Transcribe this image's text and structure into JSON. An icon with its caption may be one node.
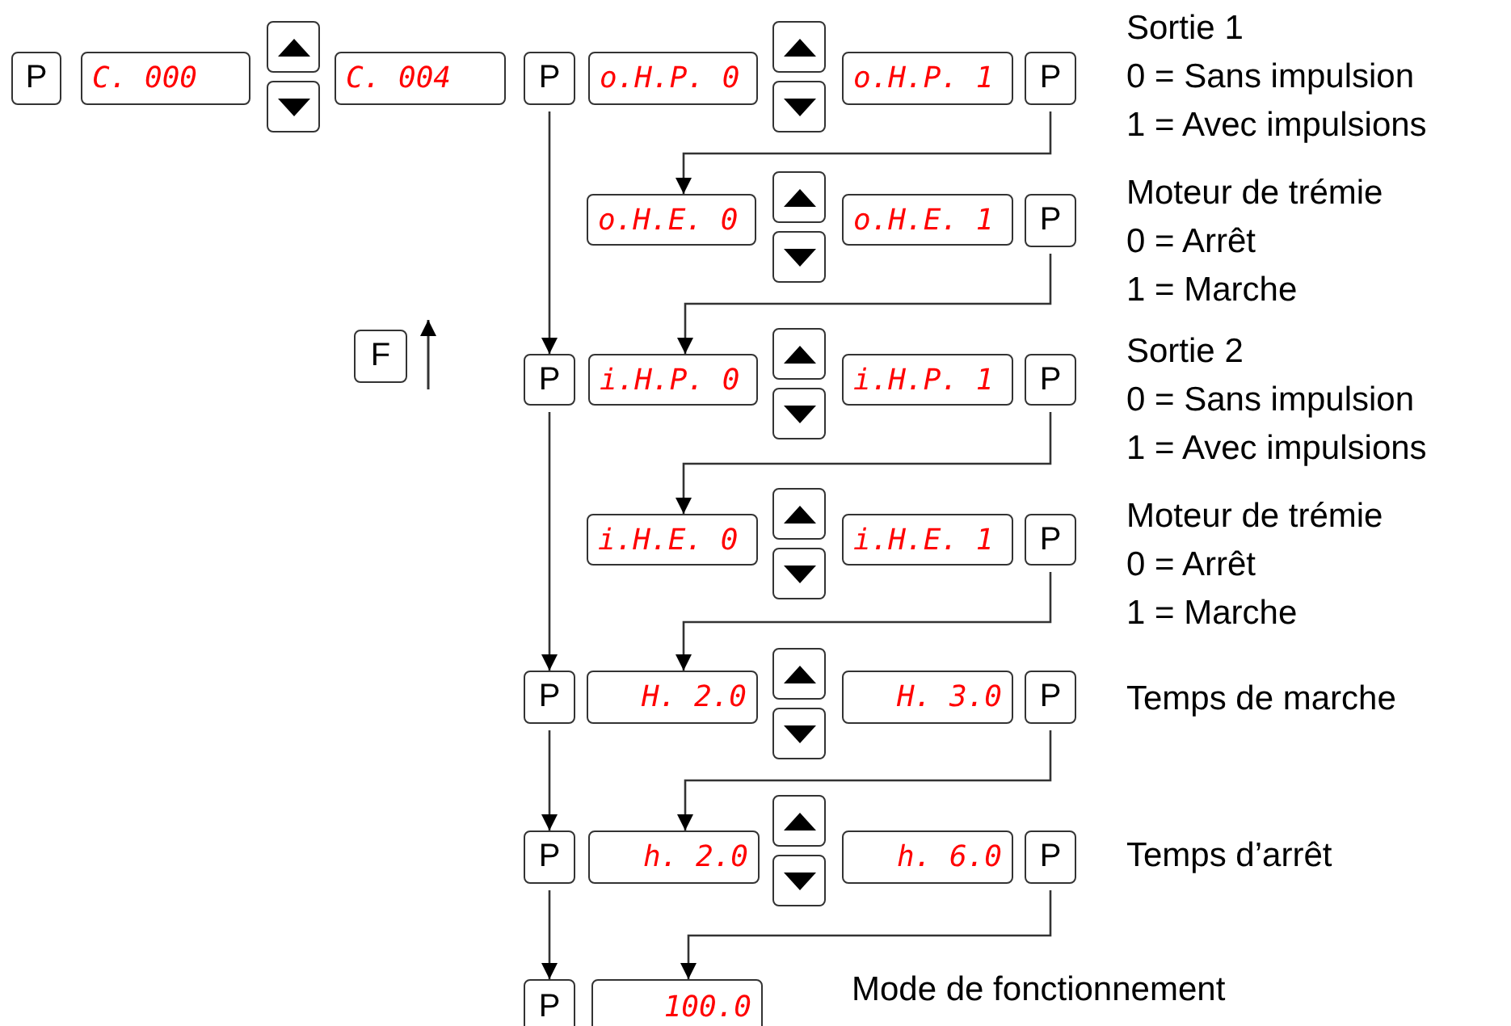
{
  "diagram": {
    "nodes": [
      {
        "text": [
          "P"
        ]
      },
      {
        "text": [
          "C. 000"
        ]
      },
      {
        "text": [
          "C. 004"
        ]
      },
      {
        "text": [
          "P"
        ]
      },
      {
        "text": [
          "o.H.P. 0"
        ]
      },
      {
        "text": [
          "o.H.P. 1"
        ]
      },
      {
        "text": [
          "P"
        ]
      },
      {
        "text": [
          "o.H.E. 0"
        ]
      },
      {
        "text": [
          "o.H.E. 1"
        ]
      },
      {
        "text": [
          "P"
        ]
      },
      {
        "text": [
          "F"
        ]
      },
      {
        "text": [
          "P"
        ]
      },
      {
        "text": [
          "i.H.P. 0"
        ]
      },
      {
        "text": [
          "i.H.P. 1"
        ]
      },
      {
        "text": [
          "P"
        ]
      },
      {
        "text": [
          "i.H.E. 0"
        ]
      },
      {
        "text": [
          "i.H.E. 1"
        ]
      },
      {
        "text": [
          "P"
        ]
      },
      {
        "text": [
          "P"
        ]
      },
      {
        "text": [
          "H. 2.0"
        ]
      },
      {
        "text": [
          "H. 3.0"
        ]
      },
      {
        "text": [
          "P"
        ]
      },
      {
        "text": [
          "P"
        ]
      },
      {
        "text": [
          "h. 2.0"
        ]
      },
      {
        "text": [
          "h. 6.0"
        ]
      },
      {
        "text": [
          "P"
        ]
      },
      {
        "text": [
          "P"
        ]
      },
      {
        "text": [
          "100.0"
        ]
      },
      {
        "text": [],
        "shape": "box"
      },
      {
        "text": [],
        "shape": "box"
      },
      {
        "text": [],
        "shape": "box"
      },
      {
        "text": [],
        "shape": "box"
      },
      {
        "text": [],
        "shape": "box"
      },
      {
        "text": [],
        "shape": "box"
      },
      {
        "text": [],
        "shape": "box"
      },
      {
        "text": [],
        "shape": "box"
      },
      {
        "text": [],
        "shape": "box"
      },
      {
        "text": [],
        "shape": "box"
      },
      {
        "text": [],
        "shape": "box"
      },
      {
        "text": [],
        "shape": "box"
      },
      {
        "text": [],
        "shape": "box"
      },
      {
        "text": [],
        "shape": "box"
      }
    ],
    "edges": [
      {
        "from": 3,
        "to": 11,
        "arrow": "to"
      },
      {
        "from": 6,
        "to": 7,
        "arrow": "to"
      },
      {
        "from": 9,
        "to": 12,
        "arrow": "to"
      },
      {
        "from": 11,
        "to": 18,
        "arrow": "to"
      },
      {
        "from": 14,
        "to": 15,
        "arrow": "to"
      },
      {
        "from": 17,
        "to": 19,
        "arrow": "to"
      },
      {
        "from": 18,
        "to": 22,
        "arrow": "to"
      },
      {
        "from": 21,
        "to": 23,
        "arrow": "to"
      },
      {
        "from": 22,
        "to": 26,
        "arrow": "to"
      },
      {
        "from": 25,
        "to": 27,
        "arrow": "to"
      }
    ],
    "labels": [
      "Sortie 1",
      "0 = Sans impulsion",
      "1 = Avec impulsions",
      "Moteur de trémie",
      "0 = Arrêt",
      "1 = Marche",
      "Sortie 2",
      "0 = Sans impulsion",
      "1 = Avec impulsions",
      "Moteur de trémie",
      "0 = Arrêt",
      "1 = Marche",
      "Temps de marche",
      "Temps d’arrêt",
      "Mode de fonctionnement"
    ]
  }
}
